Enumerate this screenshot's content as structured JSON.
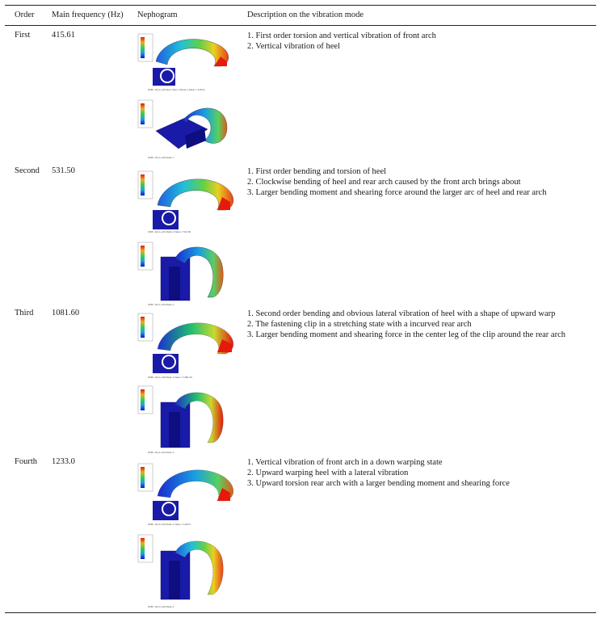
{
  "table": {
    "headers": [
      "Order",
      "Main frequency (Hz)",
      "Nephogram",
      "Description on the vibration mode"
    ],
    "rows": [
      {
        "order": "First",
        "frequency": "415.61",
        "description": [
          "1. First order torsion and vertical vibration of front arch",
          "2. Vertical vibration of heel"
        ]
      },
      {
        "order": "Second",
        "frequency": "531.50",
        "description": [
          "1. First order bending and torsion of heel",
          "2. Clockwise bending of heel and rear arch caused by the front arch brings about",
          "3. Larger bending moment and shearing force around the larger arc of heel and rear arch"
        ]
      },
      {
        "order": "Third",
        "frequency": "1081.60",
        "description": [
          "1. Second order bending and obvious lateral vibration of heel with a shape of upward warp",
          "2. The fastening clip in a stretching state with a incurved rear arch",
          "3. Larger bending moment and shearing force in the center leg of the clip around the rear arch"
        ]
      },
      {
        "order": "Fourth",
        "frequency": "1233.0",
        "description": [
          "1. Vertical vibration of front arch in a down warping state",
          "2. Upward warping heel with a lateral vibration",
          "3. Upward torsion rear arch with a larger bending moment and shearing force"
        ]
      }
    ]
  },
  "colors": {
    "rule": "#222222",
    "mesh_blue": "#1a1aa8",
    "contour_low": "#0a1ad0",
    "contour_mid": "#22c05a",
    "contour_high": "#e61a0a"
  }
}
